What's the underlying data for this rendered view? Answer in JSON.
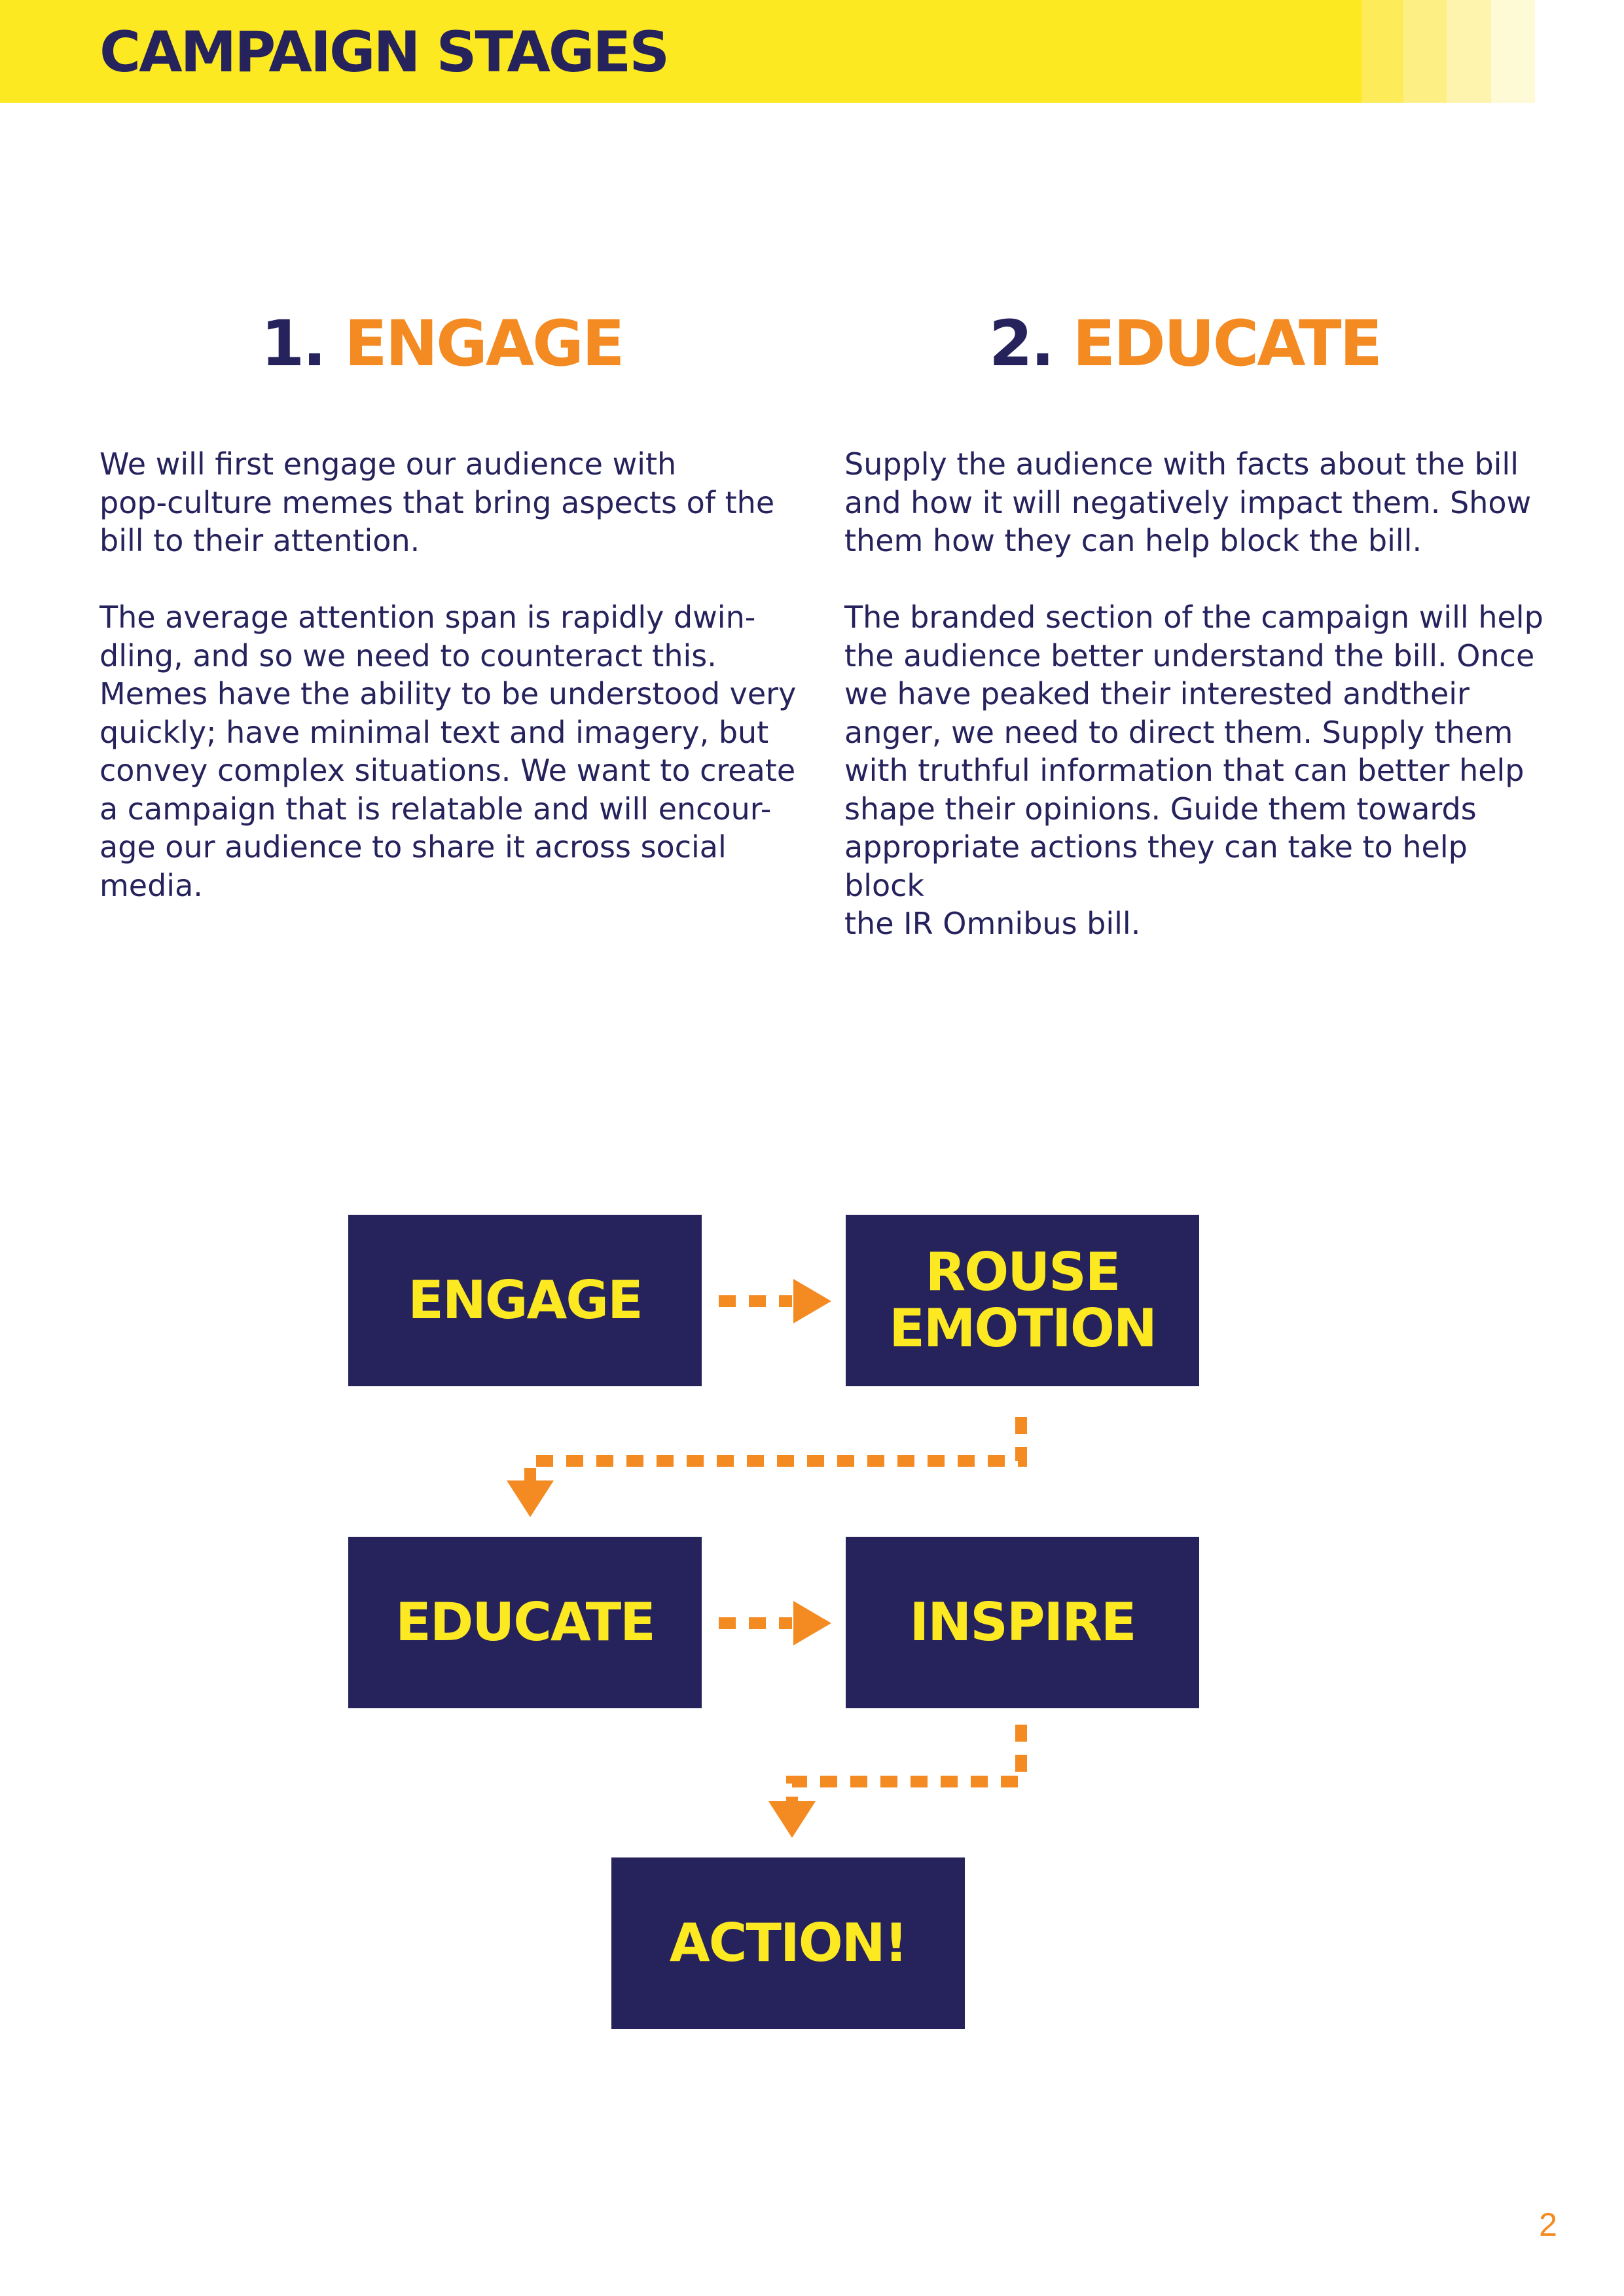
{
  "banner": {
    "title": "CAMPAIGN STAGES",
    "color": "#fde921",
    "fade_colors": [
      "#fdeb5a",
      "#feef84",
      "#fef4ad",
      "#fffad6"
    ]
  },
  "stages": [
    {
      "number": "1.",
      "title": "ENGAGE",
      "paragraphs": [
        "We will first engage our audience with\npop-culture memes that bring aspects of the\nbill to their attention.",
        "The average attention span is rapidly dwin-\ndling, and so we need to counteract this.\nMemes have the ability to be understood very\nquickly; have minimal text and imagery, but\nconvey complex situations. We want to create\na campaign that is relatable and will encour-\nage our audience to share it across social\nmedia."
      ]
    },
    {
      "number": "2.",
      "title": "EDUCATE",
      "paragraphs": [
        "Supply the audience with facts about the bill\nand how it will negatively impact them. Show\nthem how they can help block the bill.",
        "The branded section of the campaign will help\nthe audience better understand the bill. Once\nwe have peaked their interested andtheir\nanger, we need to direct them. Supply them\nwith truthful information that can better help\nshape their opinions. Guide them towards\nappropriate actions they can take to help block\nthe IR Omnibus bill."
      ]
    }
  ],
  "flow": {
    "steps": [
      "ENGAGE",
      "ROUSE\nEMOTION",
      "EDUCATE",
      "INSPIRE",
      "ACTION!"
    ],
    "box_color": "#25225c",
    "text_color": "#fde921",
    "arrow_color": "#f48a22"
  },
  "page_number": "2",
  "colors": {
    "navy": "#25225c",
    "orange": "#f48a22",
    "yellow": "#fde921"
  }
}
